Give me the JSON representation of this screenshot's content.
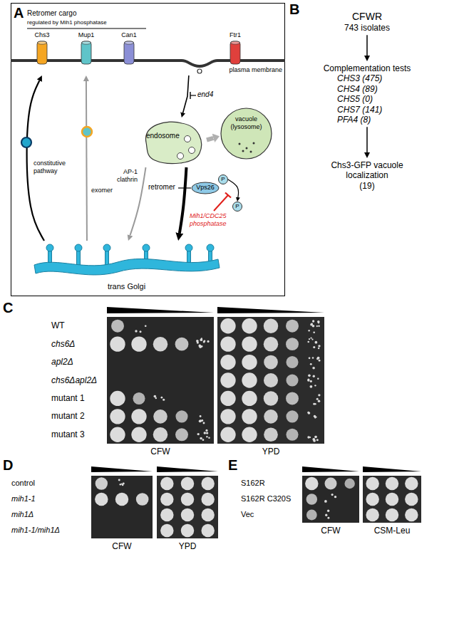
{
  "diagram": {
    "nodes": [
      {
        "text": [
          "A"
        ]
      },
      {
        "text": [
          "Chs3"
        ],
        "in": 0
      },
      {
        "text": [
          "Mup1"
        ],
        "in": 0
      },
      {
        "text": [
          "Can1"
        ],
        "in": 0
      },
      {
        "text": [
          "Ftr1"
        ],
        "in": 0
      },
      {
        "text": [
          "plasma membrane"
        ],
        "in": 0
      },
      {
        "text": [
          "endosome"
        ],
        "in": 0
      },
      {
        "text": [
          "vacuole (lysosome)"
        ],
        "in": 0
      },
      {
        "text": [
          "Vps26"
        ],
        "in": 0
      },
      {
        "text": [
          "P"
        ],
        "in": 0
      },
      {
        "text": [
          "P"
        ],
        "in": 0
      },
      {
        "text": [
          "trans Golgi"
        ],
        "in": 0
      },
      {
        "text": [
          "CFWR",
          "743 isolates"
        ]
      },
      {
        "text": [
          "Complementation tests",
          "CHS3 (475)",
          "CHS4 (89)",
          "CHS5 (0)",
          "CHS7 (141)",
          "PFA4 (8)"
        ]
      },
      {
        "text": [
          "Chs3-GFP vacuole localization",
          "(19)"
        ]
      }
    ],
    "edges": [
      {
        "from": 11,
        "to": 5,
        "arrow": "to",
        "label": "constitutive pathway"
      },
      {
        "from": 11,
        "to": 5,
        "arrow": "to",
        "label": "exomer"
      },
      {
        "from": 5,
        "to": 6,
        "arrow": "to"
      },
      {
        "from": 6,
        "to": 7,
        "arrow": "to"
      },
      {
        "from": 6,
        "to": 11,
        "arrow": "to",
        "label": "AP-1 clathrin"
      },
      {
        "from": 6,
        "to": 11,
        "arrow": "to"
      },
      {
        "from": 9,
        "to": 10,
        "arrow": "to"
      },
      {
        "from": 12,
        "to": 13,
        "arrow": "to"
      },
      {
        "from": 13,
        "to": 14,
        "arrow": "to"
      }
    ],
    "labels": [
      "Retromer cargo",
      "regulated by Mih1 phosphatase",
      "end4",
      "retromer",
      "Mih1/CDC25 phosphatase",
      "B",
      "C",
      "WT",
      "chs6Δ",
      "apl2Δ",
      "chs6Δapl2Δ",
      "mutant 1",
      "mutant 2",
      "mutant 3",
      "CFW",
      "YPD",
      "D",
      "control",
      "mih1-1",
      "mih1Δ",
      "mih1-1/mih1Δ",
      "CFW",
      "YPD",
      "E",
      "S162R",
      "S162R C320S",
      "Vec",
      "CFW",
      "CSM-Leu"
    ]
  }
}
